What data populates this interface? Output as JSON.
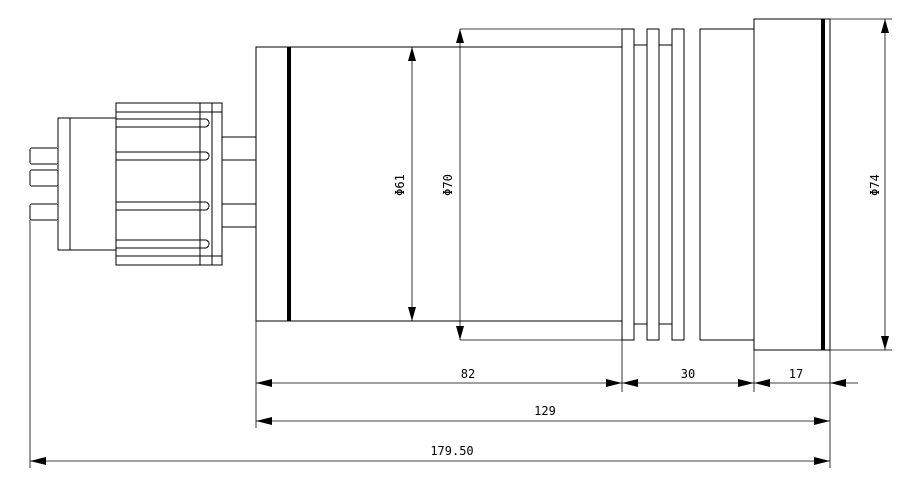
{
  "drawing": {
    "dimensions": {
      "d61": "Φ61",
      "d70": "Φ70",
      "d74": "Φ74",
      "len82": "82",
      "len30": "30",
      "len17": "17",
      "len129": "129",
      "len179": "179.50"
    }
  }
}
